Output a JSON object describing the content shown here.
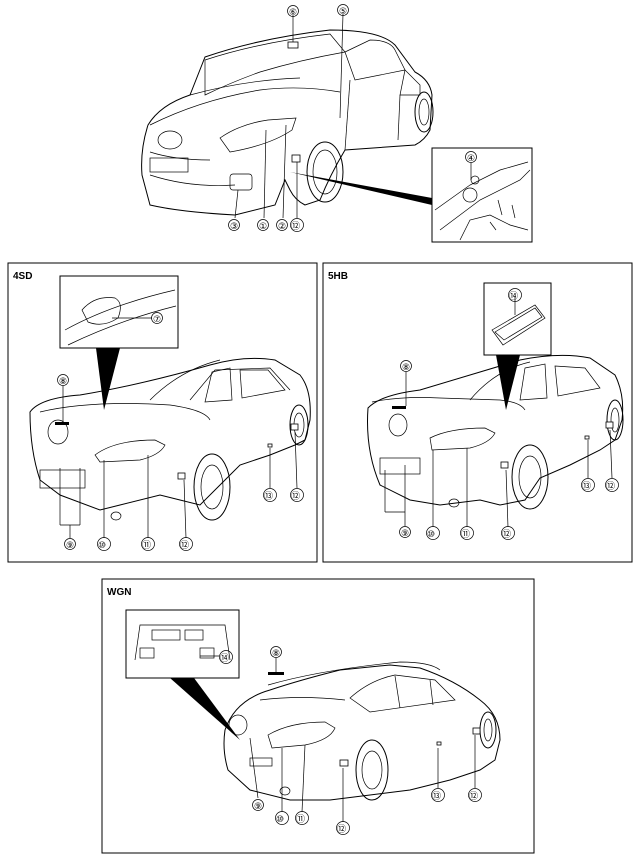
{
  "panels": {
    "sd4": {
      "label": "4SD"
    },
    "hb5": {
      "label": "5HB"
    },
    "wgn": {
      "label": "WGN"
    }
  },
  "callouts": {
    "c1": "①",
    "c2": "②",
    "c3": "③",
    "c4": "④",
    "c5": "⑤",
    "c6": "⑥",
    "c7": "⑦",
    "c8": "⑧",
    "c9": "⑨",
    "c10": "⑩",
    "c11": "⑪",
    "c12": "⑫",
    "c13": "⑬",
    "c14": "⑭"
  }
}
